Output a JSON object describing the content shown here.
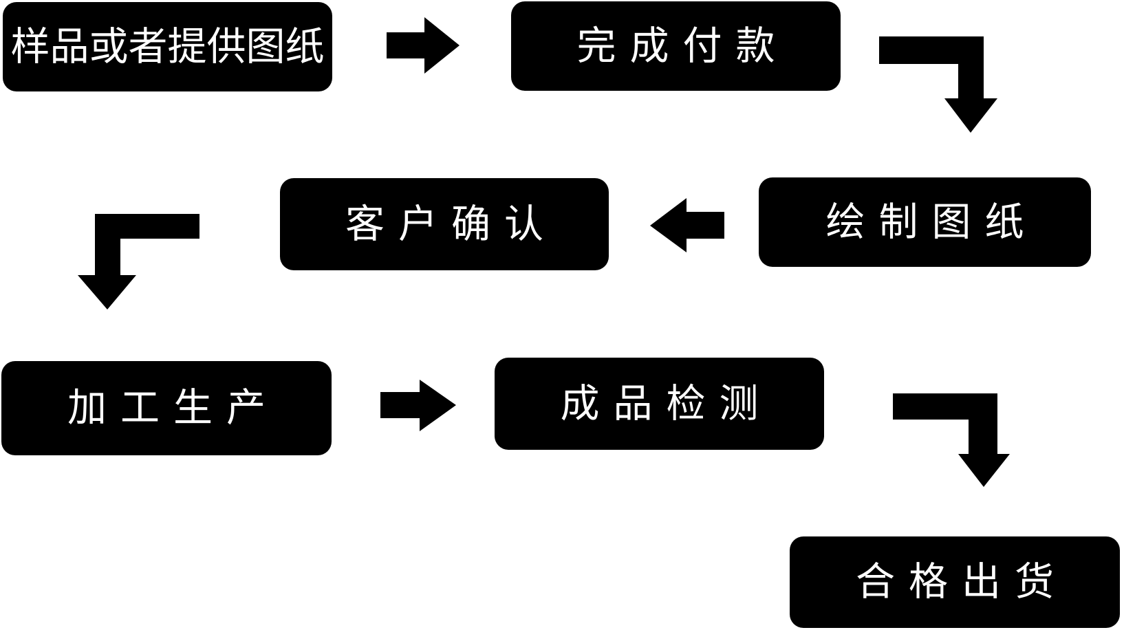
{
  "diagram": {
    "type": "flowchart",
    "colors": {
      "background": "#ffffff",
      "node_fill": "#000000",
      "node_text": "#ffffff",
      "arrow_fill": "#000000"
    },
    "nodes": [
      {
        "id": "sample",
        "label": "样品或者提供图纸"
      },
      {
        "id": "payment",
        "label": "完成付款"
      },
      {
        "id": "draw",
        "label": "绘制图纸"
      },
      {
        "id": "confirm",
        "label": "客户确认"
      },
      {
        "id": "production",
        "label": "加工生产"
      },
      {
        "id": "inspection",
        "label": "成品检测"
      },
      {
        "id": "shipment",
        "label": "合格出货"
      }
    ],
    "connectors": [
      {
        "from": "sample",
        "to": "payment",
        "shape": "straight",
        "direction": "right"
      },
      {
        "from": "payment",
        "to": "draw",
        "shape": "elbow",
        "direction": "right-then-down"
      },
      {
        "from": "draw",
        "to": "confirm",
        "shape": "straight",
        "direction": "left"
      },
      {
        "from": "confirm",
        "to": "production",
        "shape": "elbow",
        "direction": "left-then-down"
      },
      {
        "from": "production",
        "to": "inspection",
        "shape": "straight",
        "direction": "right"
      },
      {
        "from": "inspection",
        "to": "shipment",
        "shape": "elbow",
        "direction": "right-then-down"
      }
    ]
  }
}
